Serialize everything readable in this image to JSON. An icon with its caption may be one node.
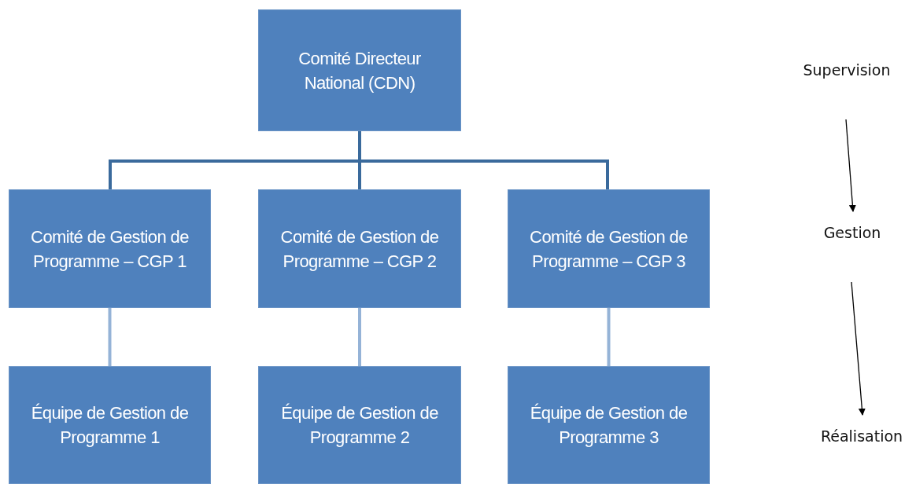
{
  "diagram": {
    "nodes": [
      {
        "text": [
          "Comité Directeur National (CDN)"
        ]
      },
      {
        "text": [
          "Comité de Gestion de Programme – CGP 1"
        ]
      },
      {
        "text": [
          "Comité de Gestion de Programme – CGP 2"
        ]
      },
      {
        "text": [
          "Comité de Gestion de Programme – CGP 3"
        ]
      },
      {
        "text": [
          "Équipe de Gestion de Programme 1"
        ]
      },
      {
        "text": [
          "Équipe de Gestion de Programme 2"
        ]
      },
      {
        "text": [
          "Équipe de Gestion de Programme 3"
        ]
      },
      {
        "text": [
          "Supervision"
        ]
      },
      {
        "text": [
          "Gestion"
        ]
      },
      {
        "text": [
          "Réalisation"
        ]
      }
    ],
    "edges": [
      {
        "from": 0,
        "to": 1,
        "arrow": "none"
      },
      {
        "from": 0,
        "to": 2,
        "arrow": "none"
      },
      {
        "from": 0,
        "to": 3,
        "arrow": "none"
      },
      {
        "from": 1,
        "to": 4,
        "arrow": "none",
        "color": "#95b3d7"
      },
      {
        "from": 2,
        "to": 5,
        "arrow": "none",
        "color": "#95b3d7"
      },
      {
        "from": 3,
        "to": 6,
        "arrow": "none",
        "color": "#95b3d7"
      },
      {
        "from": 7,
        "to": 8,
        "arrow": "to",
        "color": "#000000"
      },
      {
        "from": 8,
        "to": 9,
        "arrow": "to",
        "color": "#000000"
      }
    ]
  }
}
